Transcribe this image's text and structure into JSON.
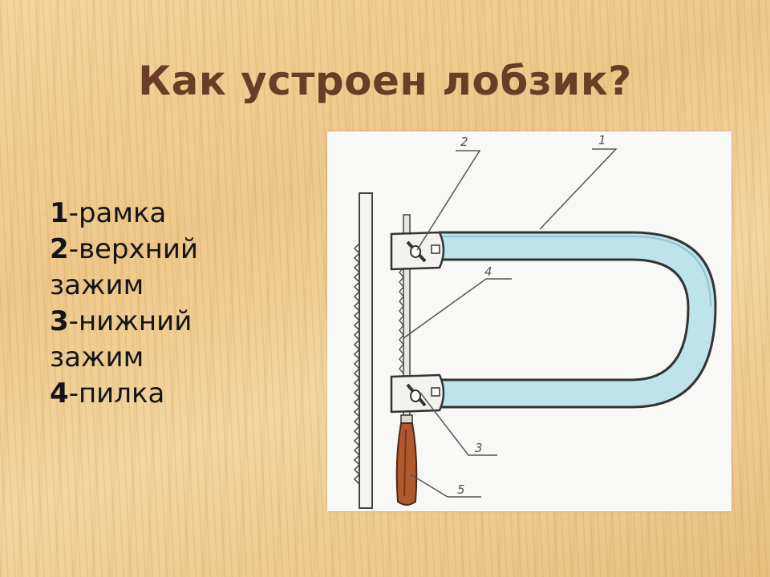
{
  "title": "Как устроен лобзик?",
  "legend": [
    {
      "num": "1",
      "text": "-рамка"
    },
    {
      "num": "2",
      "text": "-верхний"
    },
    {
      "num": "",
      "text": "зажим"
    },
    {
      "num": "3",
      "text": "-нижний"
    },
    {
      "num": "",
      "text": "зажим"
    },
    {
      "num": "4",
      "text": "-пилка"
    }
  ],
  "diagram": {
    "labels": [
      "1",
      "2",
      "3",
      "4",
      "5"
    ],
    "colors": {
      "frame_fill": "#bfe3ea",
      "outline": "#333333",
      "handle": "#b0582e",
      "title": "#6b3d26"
    }
  }
}
